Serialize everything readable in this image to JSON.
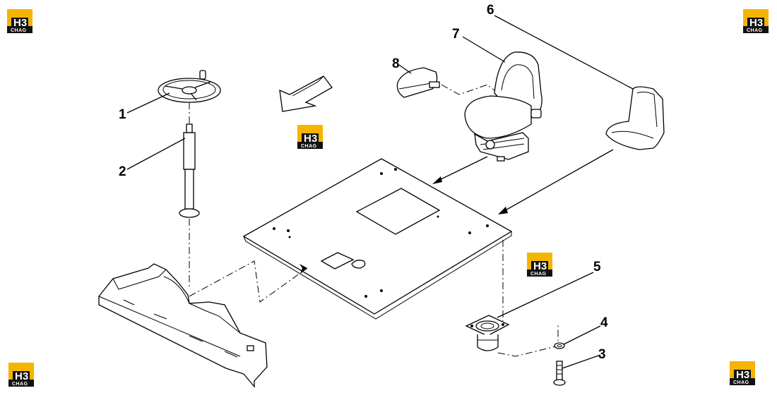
{
  "diagram": {
    "callouts": [
      {
        "id": "1",
        "label": "1"
      },
      {
        "id": "2",
        "label": "2"
      },
      {
        "id": "3",
        "label": "3"
      },
      {
        "id": "4",
        "label": "4"
      },
      {
        "id": "5",
        "label": "5"
      },
      {
        "id": "6",
        "label": "6"
      },
      {
        "id": "7",
        "label": "7"
      },
      {
        "id": "8",
        "label": "8"
      }
    ],
    "watermark": {
      "top_letters": "H3",
      "bottom_text": "CHAG",
      "accent_color": "#F5B400",
      "dark_color": "#111111"
    }
  }
}
